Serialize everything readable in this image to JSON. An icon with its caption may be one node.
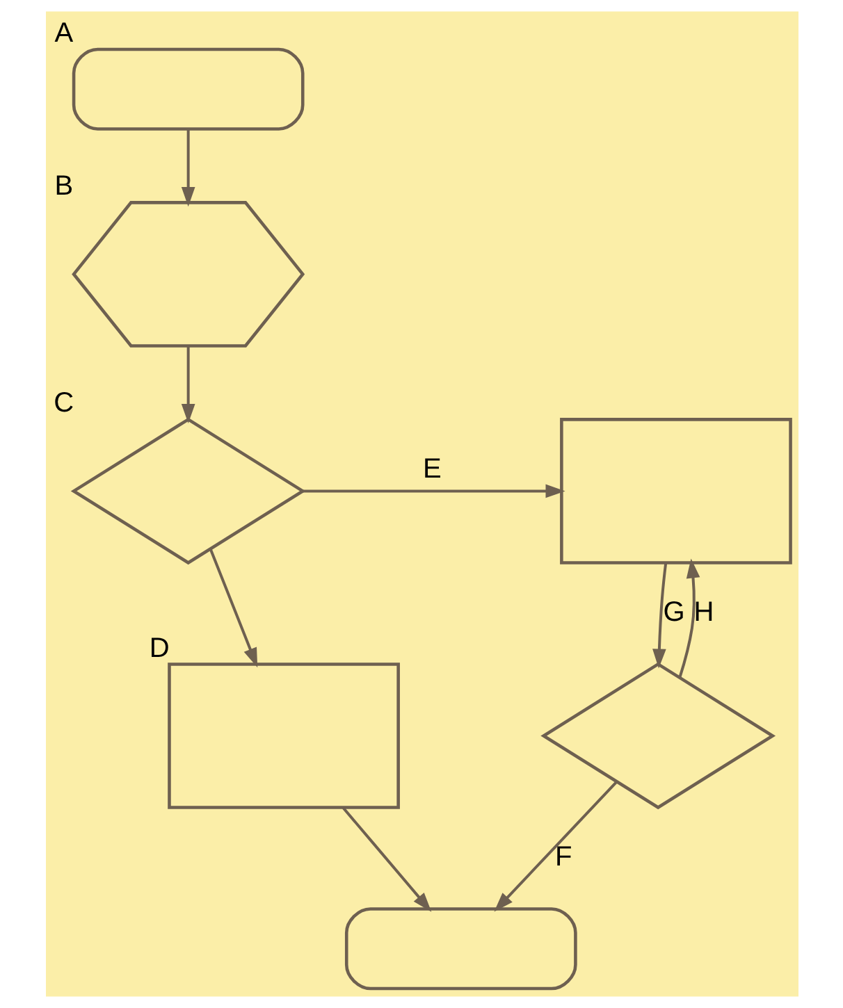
{
  "diagram": {
    "nodes": [
      {
        "text": [],
        "shape": "terminal",
        "beside": [
          "A"
        ]
      },
      {
        "text": [],
        "shape": "hexagon",
        "beside": [
          "B"
        ]
      },
      {
        "text": [],
        "shape": "diamond",
        "beside": [
          "C"
        ]
      },
      {
        "text": [],
        "shape": "box",
        "beside": [
          "D"
        ]
      },
      {
        "text": [],
        "shape": "terminal"
      },
      {
        "text": [],
        "shape": "box"
      },
      {
        "text": [],
        "shape": "diamond"
      }
    ],
    "edges": [
      {
        "from": 0,
        "to": 1,
        "arrow": "to"
      },
      {
        "from": 1,
        "to": 2,
        "arrow": "to"
      },
      {
        "from": 2,
        "to": 5,
        "arrow": "to",
        "label": "E"
      },
      {
        "from": 2,
        "to": 3,
        "arrow": "to"
      },
      {
        "from": 3,
        "to": 4,
        "arrow": "to"
      },
      {
        "from": 5,
        "to": 6,
        "arrow": "to",
        "label": "G"
      },
      {
        "from": 6,
        "to": 4,
        "arrow": "to",
        "label": "F"
      },
      {
        "from": 6,
        "to": 5,
        "arrow": "to",
        "label": "H"
      }
    ]
  }
}
